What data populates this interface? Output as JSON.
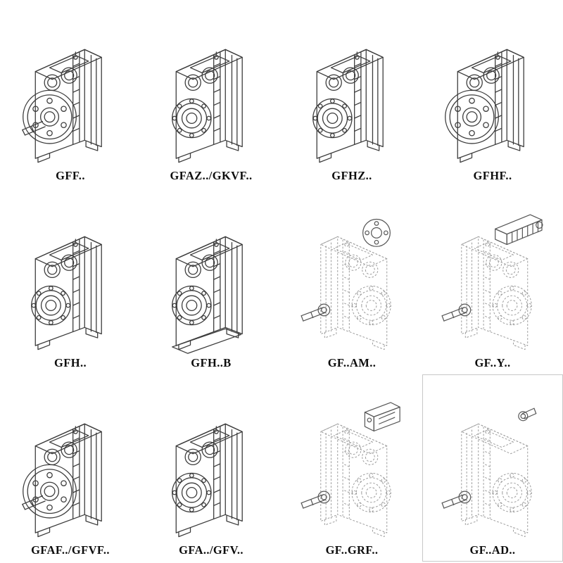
{
  "colors": {
    "background": "#ffffff",
    "solid_line": "#3c3c3c",
    "phantom_line": "#9a9a9a",
    "label_text": "#0d0d0d"
  },
  "cells": [
    {
      "label": "GFF..",
      "drawing": "gearbox-flange-shaft-drawing",
      "linestyle": "solid"
    },
    {
      "label": "GFAZ../GKVF..",
      "drawing": "gearbox-hollow-shaft-drawing",
      "linestyle": "solid"
    },
    {
      "label": "GFHZ..",
      "drawing": "gearbox-hollow-shaft-drawing",
      "linestyle": "solid"
    },
    {
      "label": "GFHF..",
      "drawing": "gearbox-flange-hollow-drawing",
      "linestyle": "solid"
    },
    {
      "label": "GFH..",
      "drawing": "gearbox-hollow-shaft-drawing",
      "linestyle": "solid"
    },
    {
      "label": "GFH..B",
      "drawing": "gearbox-foot-mounted-drawing",
      "linestyle": "solid"
    },
    {
      "label": "GF..AM..",
      "drawing": "gearbox-phantom-flange-drawing",
      "linestyle": "phantom"
    },
    {
      "label": "GF..Y..",
      "drawing": "gearbox-phantom-motor-drawing",
      "linestyle": "phantom"
    },
    {
      "label": "GFAF../GFVF..",
      "drawing": "gearbox-flange-shaft-drawing",
      "linestyle": "solid"
    },
    {
      "label": "GFA../GFV..",
      "drawing": "gearbox-hollow-shaft-drawing",
      "linestyle": "solid"
    },
    {
      "label": "GF..GRF..",
      "drawing": "gearbox-phantom-block-drawing",
      "linestyle": "phantom"
    },
    {
      "label": "GF..AD..",
      "drawing": "gearbox-phantom-stub-drawing",
      "linestyle": "phantom"
    }
  ]
}
